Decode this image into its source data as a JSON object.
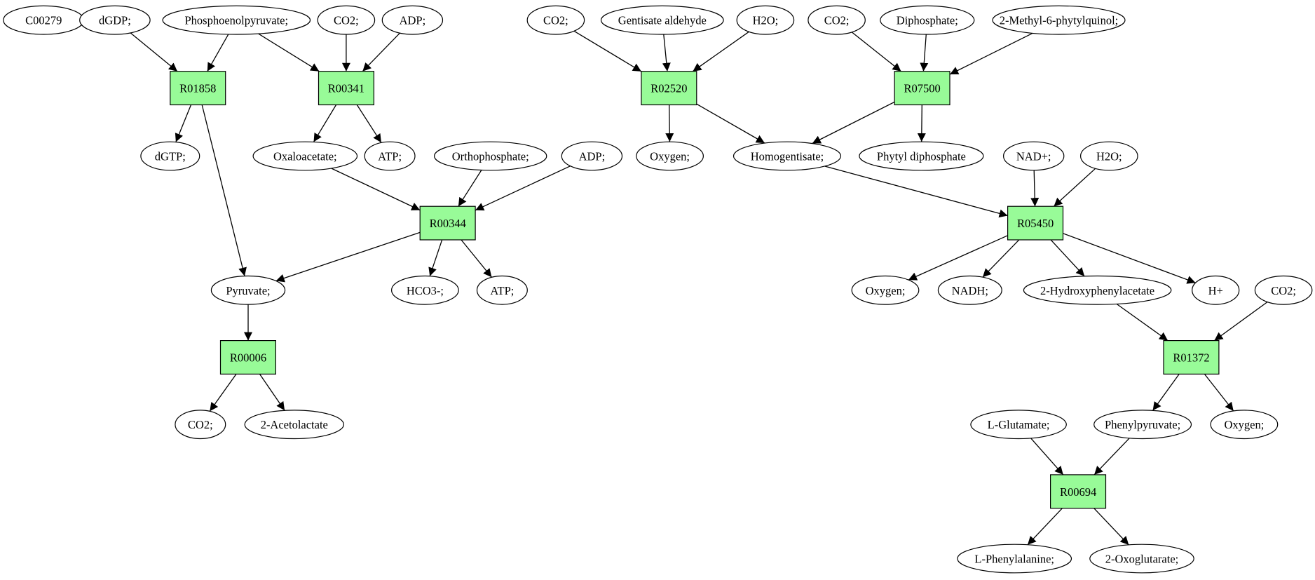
{
  "colors": {
    "reaction": "#98fb98",
    "source_compound": "#00ee00",
    "target_compound": "#ffff00",
    "compound": "#ffffff"
  },
  "nodes": [
    {
      "id": "c_c00279",
      "label": "C00279",
      "kind": "compound",
      "fill": "#00ee00"
    },
    {
      "id": "c_dgdp",
      "label": "dGDP;",
      "kind": "compound"
    },
    {
      "id": "c_pep",
      "label": "Phosphoenolpyruvate;",
      "kind": "compound",
      "fill": "#00ee00"
    },
    {
      "id": "c_co2_a",
      "label": "CO2;",
      "kind": "compound"
    },
    {
      "id": "c_adp_a",
      "label": "ADP;",
      "kind": "compound"
    },
    {
      "id": "c_co2_b",
      "label": "CO2;",
      "kind": "compound"
    },
    {
      "id": "c_gentisate_ald",
      "label": "Gentisate aldehyde",
      "kind": "compound"
    },
    {
      "id": "c_h2o_a",
      "label": "H2O;",
      "kind": "compound"
    },
    {
      "id": "c_co2_c",
      "label": "CO2;",
      "kind": "compound"
    },
    {
      "id": "c_diphosphate",
      "label": "Diphosphate;",
      "kind": "compound"
    },
    {
      "id": "c_mpq",
      "label": "2-Methyl-6-phytylquinol;",
      "kind": "compound"
    },
    {
      "id": "r_R01858",
      "label": "R01858",
      "kind": "reaction"
    },
    {
      "id": "r_R00341",
      "label": "R00341",
      "kind": "reaction"
    },
    {
      "id": "r_R02520",
      "label": "R02520",
      "kind": "reaction"
    },
    {
      "id": "r_R07500",
      "label": "R07500",
      "kind": "reaction"
    },
    {
      "id": "c_dgtp",
      "label": "dGTP;",
      "kind": "compound"
    },
    {
      "id": "c_oxaloacetate",
      "label": "Oxaloacetate;",
      "kind": "compound"
    },
    {
      "id": "c_atp_a",
      "label": "ATP;",
      "kind": "compound"
    },
    {
      "id": "c_orthophosphate",
      "label": "Orthophosphate;",
      "kind": "compound"
    },
    {
      "id": "c_adp_b",
      "label": "ADP;",
      "kind": "compound"
    },
    {
      "id": "c_oxygen_a",
      "label": "Oxygen;",
      "kind": "compound"
    },
    {
      "id": "c_homogentisate",
      "label": "Homogentisate;",
      "kind": "compound"
    },
    {
      "id": "c_phytyl_dp",
      "label": "Phytyl diphosphate",
      "kind": "compound"
    },
    {
      "id": "c_nad",
      "label": "NAD+;",
      "kind": "compound"
    },
    {
      "id": "c_h2o_b",
      "label": "H2O;",
      "kind": "compound"
    },
    {
      "id": "r_R00344",
      "label": "R00344",
      "kind": "reaction"
    },
    {
      "id": "r_R05450",
      "label": "R05450",
      "kind": "reaction"
    },
    {
      "id": "c_pyruvate",
      "label": "Pyruvate;",
      "kind": "compound"
    },
    {
      "id": "c_hco3",
      "label": "HCO3-;",
      "kind": "compound"
    },
    {
      "id": "c_atp_b",
      "label": "ATP;",
      "kind": "compound"
    },
    {
      "id": "c_oxygen_b",
      "label": "Oxygen;",
      "kind": "compound"
    },
    {
      "id": "c_nadh",
      "label": "NADH;",
      "kind": "compound"
    },
    {
      "id": "c_2hpa",
      "label": "2-Hydroxyphenylacetate",
      "kind": "compound"
    },
    {
      "id": "c_hplus",
      "label": "H+",
      "kind": "compound"
    },
    {
      "id": "c_co2_d",
      "label": "CO2;",
      "kind": "compound"
    },
    {
      "id": "r_R00006",
      "label": "R00006",
      "kind": "reaction"
    },
    {
      "id": "r_R01372",
      "label": "R01372",
      "kind": "reaction"
    },
    {
      "id": "c_co2_e",
      "label": "CO2;",
      "kind": "compound"
    },
    {
      "id": "c_acetolactate",
      "label": "2-Acetolactate",
      "kind": "compound"
    },
    {
      "id": "c_lglutamate",
      "label": "L-Glutamate;",
      "kind": "compound"
    },
    {
      "id": "c_phenylpyruvate",
      "label": "Phenylpyruvate;",
      "kind": "compound"
    },
    {
      "id": "c_oxygen_c",
      "label": "Oxygen;",
      "kind": "compound"
    },
    {
      "id": "r_R00694",
      "label": "R00694",
      "kind": "reaction"
    },
    {
      "id": "c_lphe",
      "label": "L-Phenylalanine;",
      "kind": "compound",
      "fill": "#ffff00"
    },
    {
      "id": "c_2og",
      "label": "2-Oxoglutarate;",
      "kind": "compound"
    }
  ],
  "edges": [
    {
      "from": "c_dgdp",
      "to": "r_R01858"
    },
    {
      "from": "c_pep",
      "to": "r_R01858"
    },
    {
      "from": "c_pep",
      "to": "r_R00341"
    },
    {
      "from": "c_co2_a",
      "to": "r_R00341"
    },
    {
      "from": "c_adp_a",
      "to": "r_R00341"
    },
    {
      "from": "r_R01858",
      "to": "c_dgtp"
    },
    {
      "from": "r_R01858",
      "to": "c_pyruvate"
    },
    {
      "from": "r_R00341",
      "to": "c_oxaloacetate"
    },
    {
      "from": "r_R00341",
      "to": "c_atp_a"
    },
    {
      "from": "c_oxaloacetate",
      "to": "r_R00344"
    },
    {
      "from": "c_orthophosphate",
      "to": "r_R00344"
    },
    {
      "from": "c_adp_b",
      "to": "r_R00344"
    },
    {
      "from": "r_R00344",
      "to": "c_pyruvate"
    },
    {
      "from": "r_R00344",
      "to": "c_hco3"
    },
    {
      "from": "r_R00344",
      "to": "c_atp_b"
    },
    {
      "from": "c_pyruvate",
      "to": "r_R00006"
    },
    {
      "from": "r_R00006",
      "to": "c_co2_e"
    },
    {
      "from": "r_R00006",
      "to": "c_acetolactate"
    },
    {
      "from": "c_co2_b",
      "to": "r_R02520"
    },
    {
      "from": "c_gentisate_ald",
      "to": "r_R02520"
    },
    {
      "from": "c_h2o_a",
      "to": "r_R02520"
    },
    {
      "from": "r_R02520",
      "to": "c_oxygen_a"
    },
    {
      "from": "r_R02520",
      "to": "c_homogentisate"
    },
    {
      "from": "c_co2_c",
      "to": "r_R07500"
    },
    {
      "from": "c_diphosphate",
      "to": "r_R07500"
    },
    {
      "from": "c_mpq",
      "to": "r_R07500"
    },
    {
      "from": "r_R07500",
      "to": "c_homogentisate"
    },
    {
      "from": "r_R07500",
      "to": "c_phytyl_dp"
    },
    {
      "from": "c_homogentisate",
      "to": "r_R05450"
    },
    {
      "from": "c_nad",
      "to": "r_R05450"
    },
    {
      "from": "c_h2o_b",
      "to": "r_R05450"
    },
    {
      "from": "r_R05450",
      "to": "c_oxygen_b"
    },
    {
      "from": "r_R05450",
      "to": "c_nadh"
    },
    {
      "from": "r_R05450",
      "to": "c_2hpa"
    },
    {
      "from": "r_R05450",
      "to": "c_hplus"
    },
    {
      "from": "c_2hpa",
      "to": "r_R01372"
    },
    {
      "from": "c_co2_d",
      "to": "r_R01372"
    },
    {
      "from": "r_R01372",
      "to": "c_phenylpyruvate"
    },
    {
      "from": "r_R01372",
      "to": "c_oxygen_c"
    },
    {
      "from": "c_lglutamate",
      "to": "r_R00694"
    },
    {
      "from": "c_phenylpyruvate",
      "to": "r_R00694"
    },
    {
      "from": "r_R00694",
      "to": "c_lphe"
    },
    {
      "from": "r_R00694",
      "to": "c_2og"
    }
  ]
}
